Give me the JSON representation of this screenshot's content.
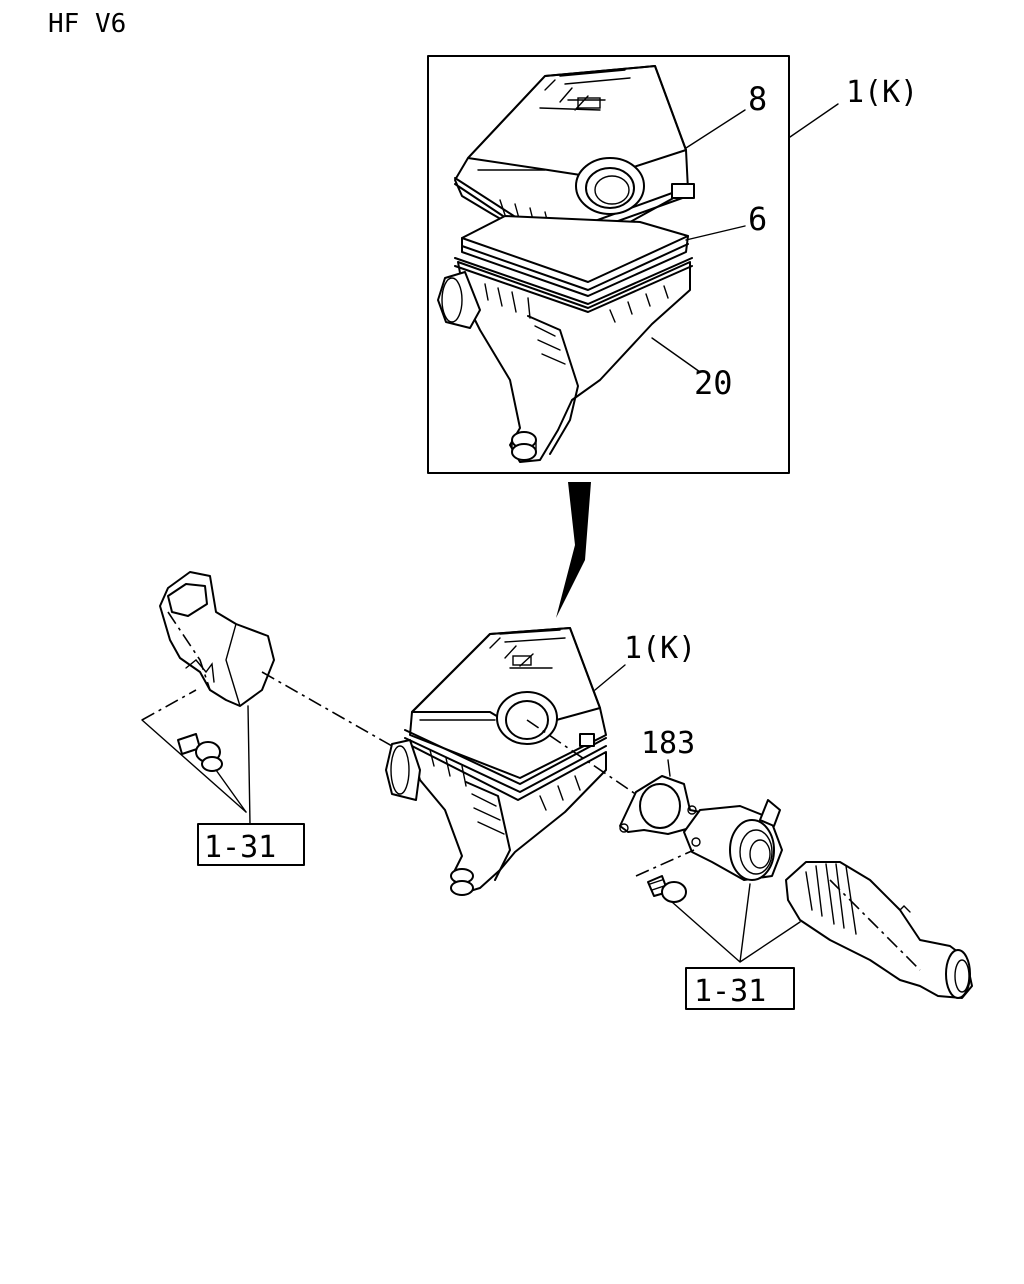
{
  "header": {
    "model": "HF  V6"
  },
  "labels": {
    "cover": "8",
    "element": "6",
    "case": "20",
    "assembly_detail": "1(K)",
    "assembly_main": "1(K)",
    "gasket": "183",
    "ref_left": "1-31",
    "ref_right": "1-31"
  },
  "icons": {
    "pointer": "callout-arrow-icon",
    "bolt": "bolt-icon",
    "clip": "clip-icon"
  },
  "colors": {
    "ink": "#000000",
    "paper": "#ffffff"
  }
}
